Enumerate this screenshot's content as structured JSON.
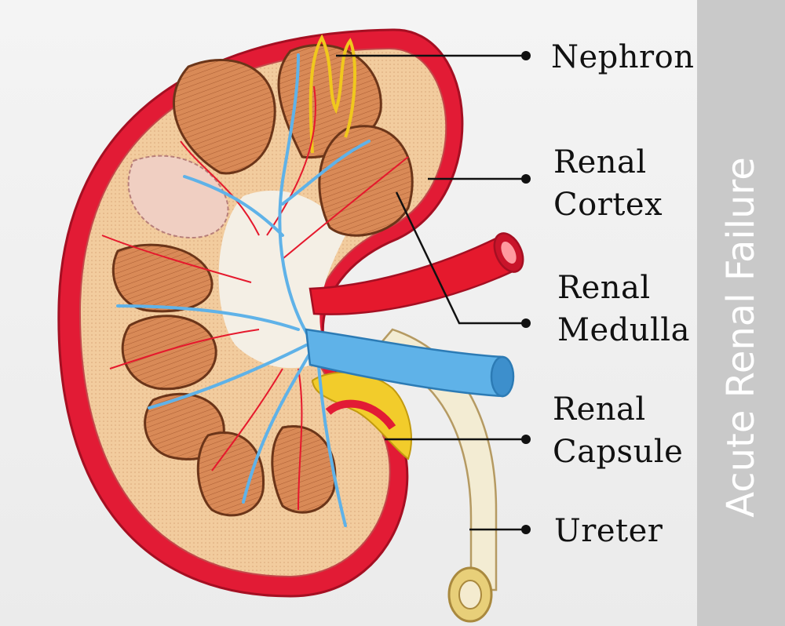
{
  "labels": {
    "nephron": "Nephron",
    "cortex": [
      "Renal",
      "Cortex"
    ],
    "medulla": [
      "Renal",
      "Medulla"
    ],
    "capsule": [
      "Renal",
      "Capsule"
    ],
    "ureter": "Ureter"
  },
  "side_title": "Acute Renal Failure",
  "colors": {
    "capsule_red": "#e21b35",
    "cortex_tan": "#f0c89a",
    "pyramid_brown": "#d98a57",
    "vein_blue": "#5fb2e8",
    "artery_red": "#e5192d",
    "ureter_cream": "#f3ecd3",
    "fat_yellow": "#f2cc2b",
    "side_strip": "#c9c9c9"
  }
}
